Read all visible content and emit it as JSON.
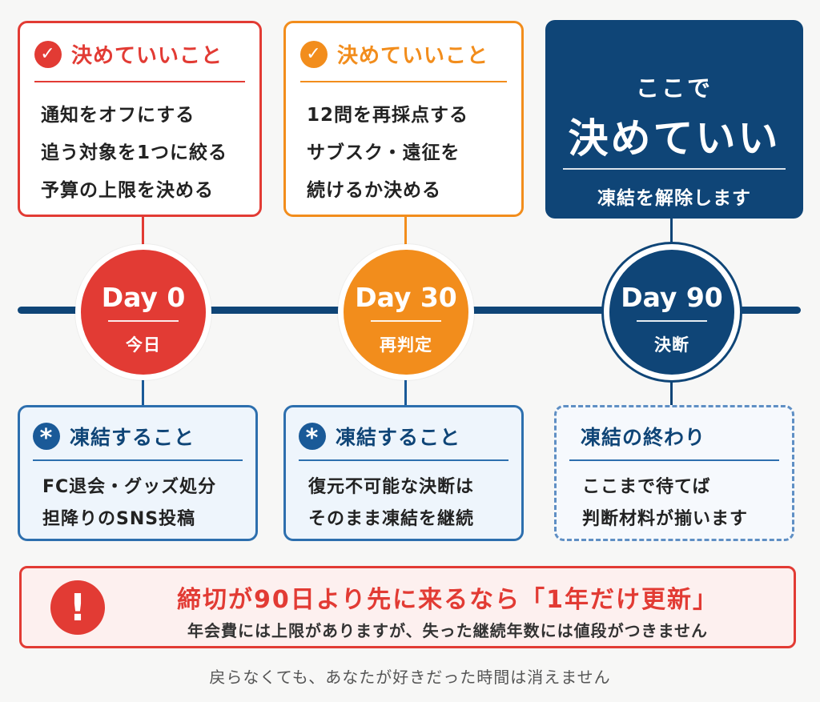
{
  "colors": {
    "red": "#e23b34",
    "orange": "#f28d1c",
    "navy": "#0f4577",
    "blue": "#2d6fae"
  },
  "top_cards": [
    {
      "title": "決めていいこと",
      "icon": "check-icon",
      "lines": [
        "通知をオフにする",
        "追う対象を1つに絞る",
        "予算の上限を決める"
      ]
    },
    {
      "title": "決めていいこと",
      "icon": "check-icon",
      "lines": [
        "12問を再採点する",
        "サブスク・遠征を",
        "続けるか決める"
      ]
    }
  ],
  "decision_card": {
    "small": "ここで",
    "big": "決めていい",
    "foot": "凍結を解除します"
  },
  "milestones": [
    {
      "day": "Day 0",
      "label": "今日"
    },
    {
      "day": "Day 30",
      "label": "再判定"
    },
    {
      "day": "Day 90",
      "label": "決断"
    }
  ],
  "bottom_cards": [
    {
      "title": "凍結すること",
      "icon": "asterisk-icon",
      "lines": [
        "FC退会・グッズ処分",
        "担降りのSNS投稿"
      ]
    },
    {
      "title": "凍結すること",
      "icon": "asterisk-icon",
      "lines": [
        "復元不可能な決断は",
        "そのまま凍結を継続"
      ]
    },
    {
      "title": "凍結の終わり",
      "lines": [
        "ここまで待てば",
        "判断材料が揃います"
      ]
    }
  ],
  "banner": {
    "icon": "exclamation-icon",
    "title": "締切が90日より先に来るなら「1年だけ更新」",
    "subtitle": "年会費には上限がありますが、失った継続年数には値段がつきません"
  },
  "footer": "戻らなくても、あなたが好きだった時間は消えません"
}
